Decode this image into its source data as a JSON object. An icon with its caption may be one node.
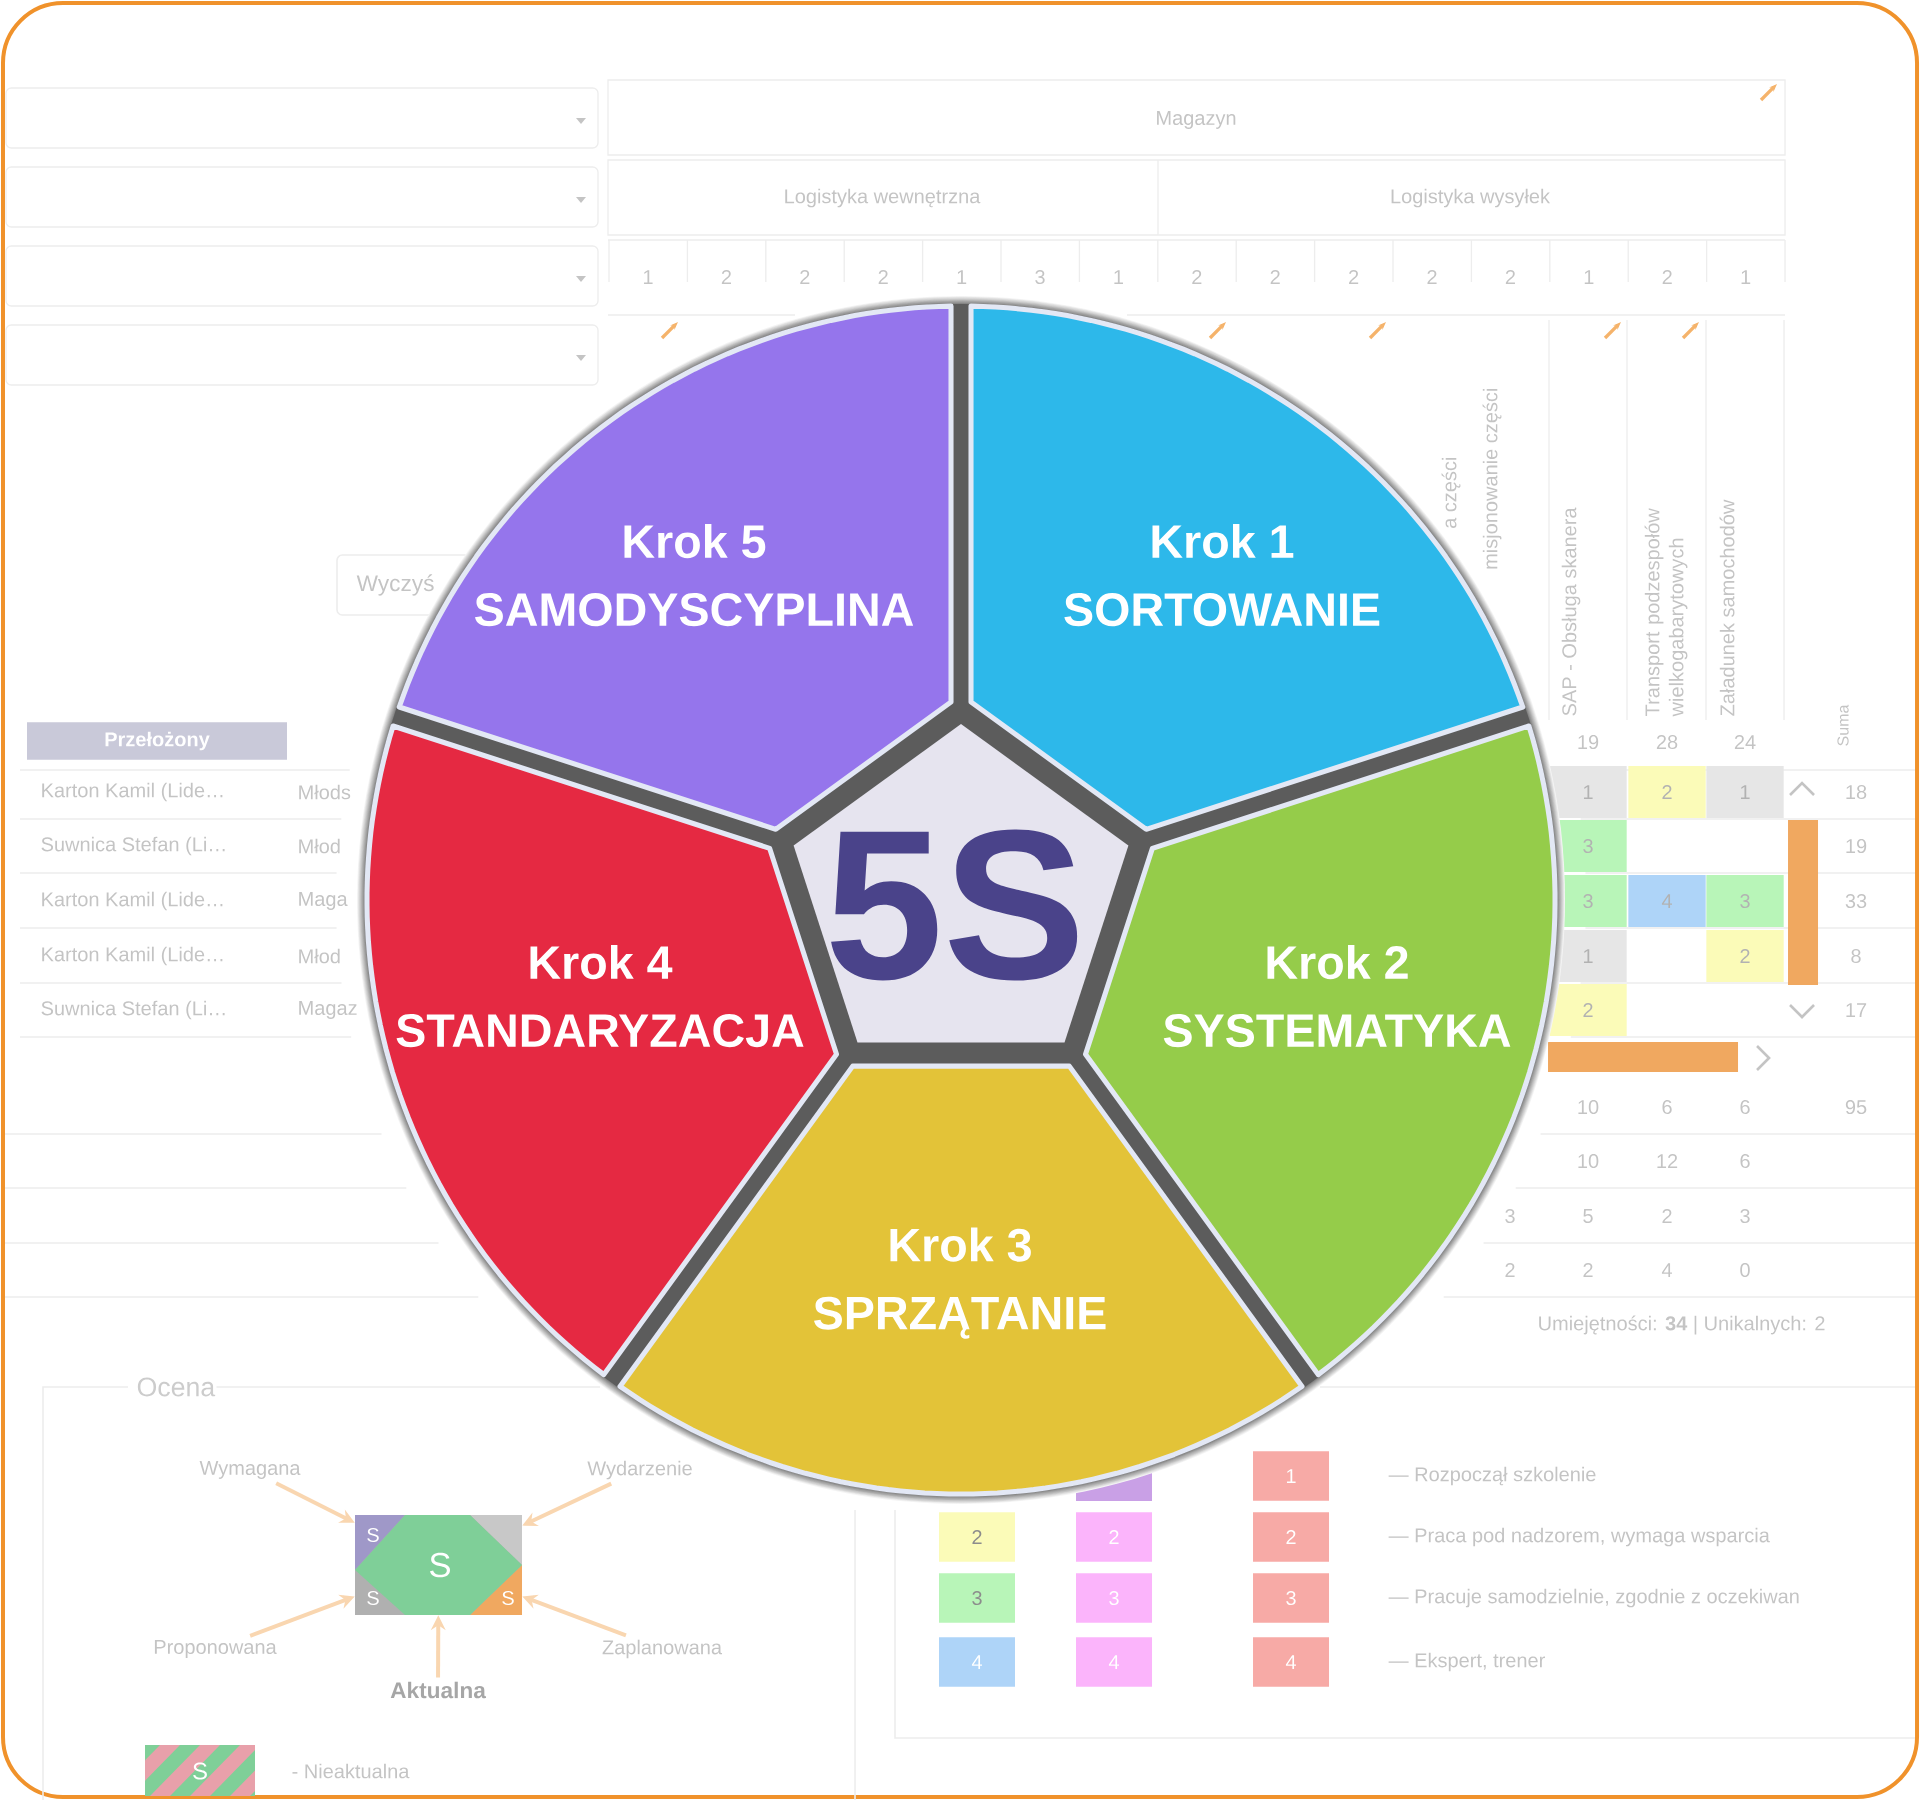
{
  "diagram": {
    "nodes": [
      {
        "text": [
          "Krok 5",
          "SAMODYSCYPLINA"
        ]
      },
      {
        "text": [
          "Krok 1",
          "SORTOWANIE"
        ]
      },
      {
        "text": [
          "5S"
        ]
      },
      {
        "text": [
          "Krok 4",
          "STANDARYZACJA"
        ]
      },
      {
        "text": [
          "Krok 2",
          "SYSTEMATYKA"
        ]
      },
      {
        "text": [
          "Krok 3",
          "SPRZĄTANIE"
        ]
      },
      {
        "text": [],
        "shape": "box"
      },
      {
        "text": [
          "Wymagana"
        ]
      },
      {
        "text": [
          "Wydarzenie"
        ]
      },
      {
        "text": [
          "Proponowana"
        ]
      },
      {
        "text": [
          "Zaplanowana"
        ]
      },
      {
        "text": [
          "Aktualna"
        ]
      }
    ],
    "edges": [
      {
        "from": 7,
        "to": 6,
        "arrow": "to"
      },
      {
        "from": 8,
        "to": 6,
        "arrow": "to"
      },
      {
        "from": 9,
        "to": 6,
        "arrow": "to"
      },
      {
        "from": 10,
        "to": 6,
        "arrow": "to"
      },
      {
        "from": 11,
        "to": 6,
        "arrow": "to"
      }
    ],
    "labels": [
      "Magazyn",
      "Logistyka wewnętrzna",
      "Logistyka wysyłek",
      "1",
      "2",
      "2",
      "2",
      "1",
      "3",
      "1",
      "2",
      "2",
      "2",
      "2",
      "2",
      "1",
      "2",
      "1",
      "Wyczyś",
      "a części",
      "misjonowanie części",
      "SAP - Obsługa skanera",
      "Transport podzespołów wielkogabarytowych",
      "Załadunek samochodów",
      "Suma",
      "Przełożony",
      "19",
      "28",
      "24",
      "Karton Kamil (Lide…",
      "Młods",
      "1",
      "2",
      "1",
      "18",
      "Suwnica Stefan (Li…",
      "Młod",
      "3",
      "19",
      "Karton Kamil (Lide…",
      "Maga",
      "3",
      "4",
      "3",
      "33",
      "Karton Kamil (Lide…",
      "Młod",
      "1",
      "2",
      "8",
      "Suwnica Stefan (Li…",
      "Magaz",
      "2",
      "17",
      "10",
      "6",
      "6",
      "95",
      "10",
      "12",
      "6",
      "3",
      "5",
      "2",
      "3",
      "2",
      "2",
      "4",
      "0",
      "Umiejętności: **34** | Unikalnych: 2",
      "Ocena",
      "S",
      "S",
      "S",
      "S",
      "S",
      "- Nieaktualna",
      "1",
      "— Rozpoczął szkolenie",
      "2",
      "2",
      "2",
      "— Praca pod nadzorem, wymaga wsparcia",
      "3",
      "3",
      "3",
      "— Pracuje samodzielnie, zgodnie z oczekiwan",
      "4",
      "4",
      "4",
      "— Ekspert, trener"
    ]
  }
}
